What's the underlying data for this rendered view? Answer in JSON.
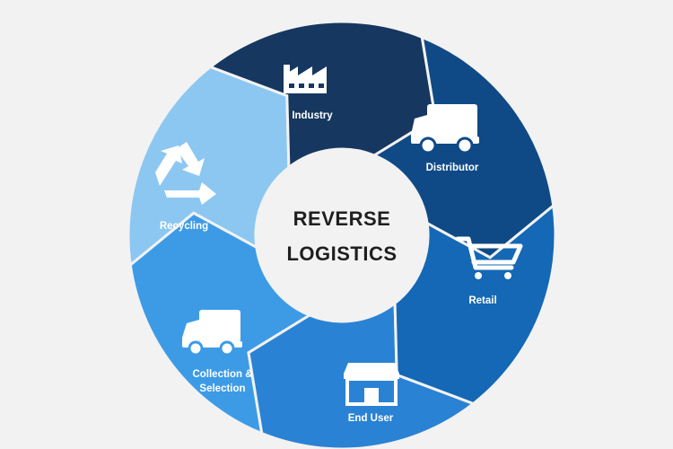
{
  "center": {
    "line1": "REVERSE",
    "line2": "LOGISTICS"
  },
  "segments": [
    {
      "label": "Industry",
      "icon": "factory-icon",
      "color": "#16375f"
    },
    {
      "label": "Distributor",
      "icon": "truck-icon",
      "color": "#0f4a86"
    },
    {
      "label": "Retail",
      "icon": "shopping-cart-icon",
      "color": "#1468b5"
    },
    {
      "label": "End User",
      "icon": "storefront-icon",
      "color": "#2a82d4"
    },
    {
      "label": "Collection &",
      "label2": "Selection",
      "icon": "truck-icon",
      "color": "#3d9be6"
    },
    {
      "label": "Recycling",
      "icon": "recycle-icon",
      "color": "#8cc7f2"
    }
  ],
  "colors": {
    "background": "#f2f2f2",
    "center_fill": "#f2f2f2",
    "icon": "#ffffff"
  }
}
